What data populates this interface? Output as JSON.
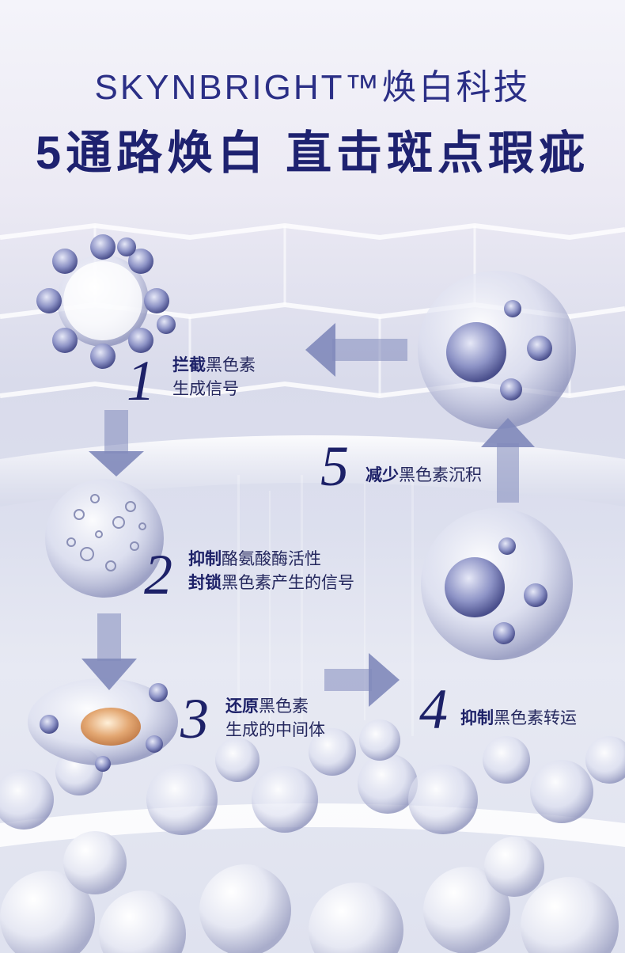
{
  "header": {
    "subtitle": "SKYNBRIGHT™焕白科技",
    "title": "5通路焕白  直击斑点瑕疵"
  },
  "steps": [
    {
      "num": "1",
      "line1_bold": "拦截",
      "line1_rest": "黑色素",
      "line2_bold": "",
      "line2_rest": "生成信号"
    },
    {
      "num": "2",
      "line1_bold": "抑制",
      "line1_rest": "酪氨酸酶活性",
      "line2_bold": "封锁",
      "line2_rest": "黑色素产生的信号"
    },
    {
      "num": "3",
      "line1_bold": "还原",
      "line1_rest": "黑色素",
      "line2_bold": "",
      "line2_rest": "生成的中间体"
    },
    {
      "num": "4",
      "line1_bold": "抑制",
      "line1_rest": "黑色素转运",
      "line2_bold": "",
      "line2_rest": ""
    },
    {
      "num": "5",
      "line1_bold": "减少",
      "line1_rest": "黑色素沉积",
      "line2_bold": "",
      "line2_rest": ""
    }
  ],
  "colors": {
    "accent": "#1d2168",
    "arrow": "#7d82b8"
  }
}
